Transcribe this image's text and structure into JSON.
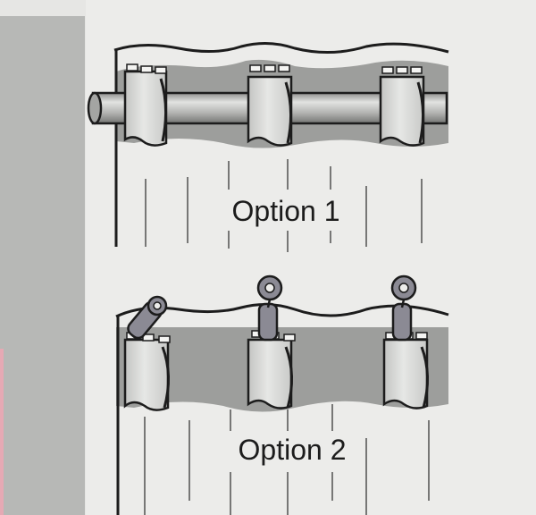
{
  "panels": [
    {
      "label": "Option 1",
      "method": "rod-through-tabs",
      "tab_count": 3
    },
    {
      "label": "Option 2",
      "method": "hooks-clipped-to-tabs",
      "tab_count": 3
    }
  ],
  "colors": {
    "page": "#e4e4e2",
    "diagram_bg": "#ececea",
    "left_strip": "#b7b8b6",
    "fabric_band": "#9d9e9c",
    "tab": "#d9dad8",
    "rod": "#b9bab8",
    "hook": "#8b8a94",
    "outline": "#1c1c1c"
  }
}
